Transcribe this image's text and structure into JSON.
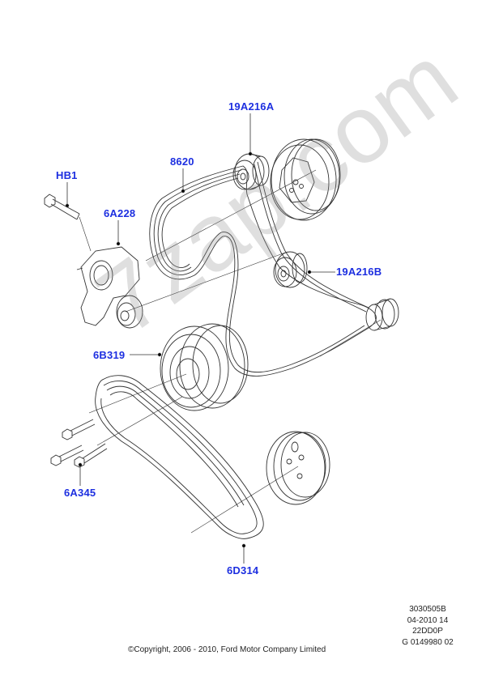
{
  "diagram": {
    "title": "Accessory drive belt and pulleys",
    "label_color": "#1d2fe0",
    "callouts": [
      {
        "id": "19A216A",
        "part": "idler-pulley-upper"
      },
      {
        "id": "HB1",
        "part": "bolt"
      },
      {
        "id": "8620",
        "part": "main-drive-belt"
      },
      {
        "id": "6A228",
        "part": "belt-tensioner"
      },
      {
        "id": "19A216B",
        "part": "idler-pulley-lower"
      },
      {
        "id": "6B319",
        "part": "crankshaft-pulley"
      },
      {
        "id": "6A345",
        "part": "crankshaft-pulley-bolts"
      },
      {
        "id": "6D314",
        "part": "secondary-drive-belt"
      }
    ],
    "watermark": "7zap.com"
  },
  "reference": {
    "lines": [
      "3030505B",
      "04-2010 14",
      "22DD0P",
      "G 0149980 02"
    ]
  },
  "footer": {
    "copyright": "©Copyright, 2006 - 2010, Ford Motor Company Limited"
  }
}
